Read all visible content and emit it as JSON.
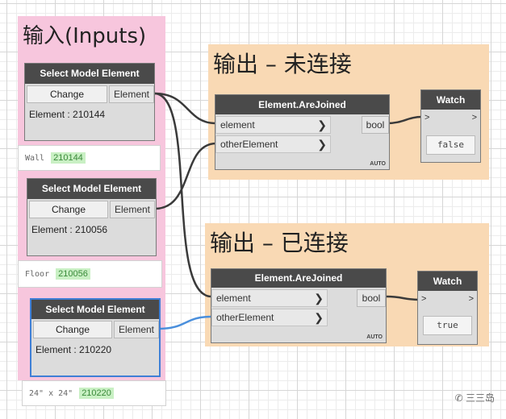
{
  "groups": {
    "inputs_title": "输入(Inputs)",
    "disconnected_title": "输出 – 未连接",
    "connected_title": "输出 – 已连接"
  },
  "colors": {
    "inputs_group": "#f7c6dd",
    "output_group": "#f9d9b4",
    "node_header": "#4a4a4a",
    "selection": "#3f7fd6",
    "wire": "#3a3a3a",
    "wire_selected": "#4a8fdc",
    "preview_id": "#c9f0c4"
  },
  "select_nodes": [
    {
      "title": "Select Model Element",
      "change_label": "Change",
      "output_label": "Element",
      "info": "Element : 210144",
      "preview_type": "Wall",
      "preview_id": "210144"
    },
    {
      "title": "Select Model Element",
      "change_label": "Change",
      "output_label": "Element",
      "info": "Element : 210056",
      "preview_type": "Floor",
      "preview_id": "210056"
    },
    {
      "title": "Select Model Element",
      "change_label": "Change",
      "output_label": "Element",
      "info": "Element : 210220",
      "preview_type": "24\" x 24\"",
      "preview_id": "210220"
    }
  ],
  "arejoined_nodes": [
    {
      "title": "Element.AreJoined",
      "input_1": "element",
      "input_2": "otherElement",
      "output": "bool",
      "lacing": "AUTO"
    },
    {
      "title": "Element.AreJoined",
      "input_1": "element",
      "input_2": "otherElement",
      "output": "bool",
      "lacing": "AUTO"
    }
  ],
  "watch_nodes": [
    {
      "title": "Watch",
      "in_port": ">",
      "out_port": ">",
      "value": "false"
    },
    {
      "title": "Watch",
      "in_port": ">",
      "out_port": ">",
      "value": "true"
    }
  ],
  "watermark": {
    "text": "三三岛",
    "icon": "wechat-icon"
  }
}
